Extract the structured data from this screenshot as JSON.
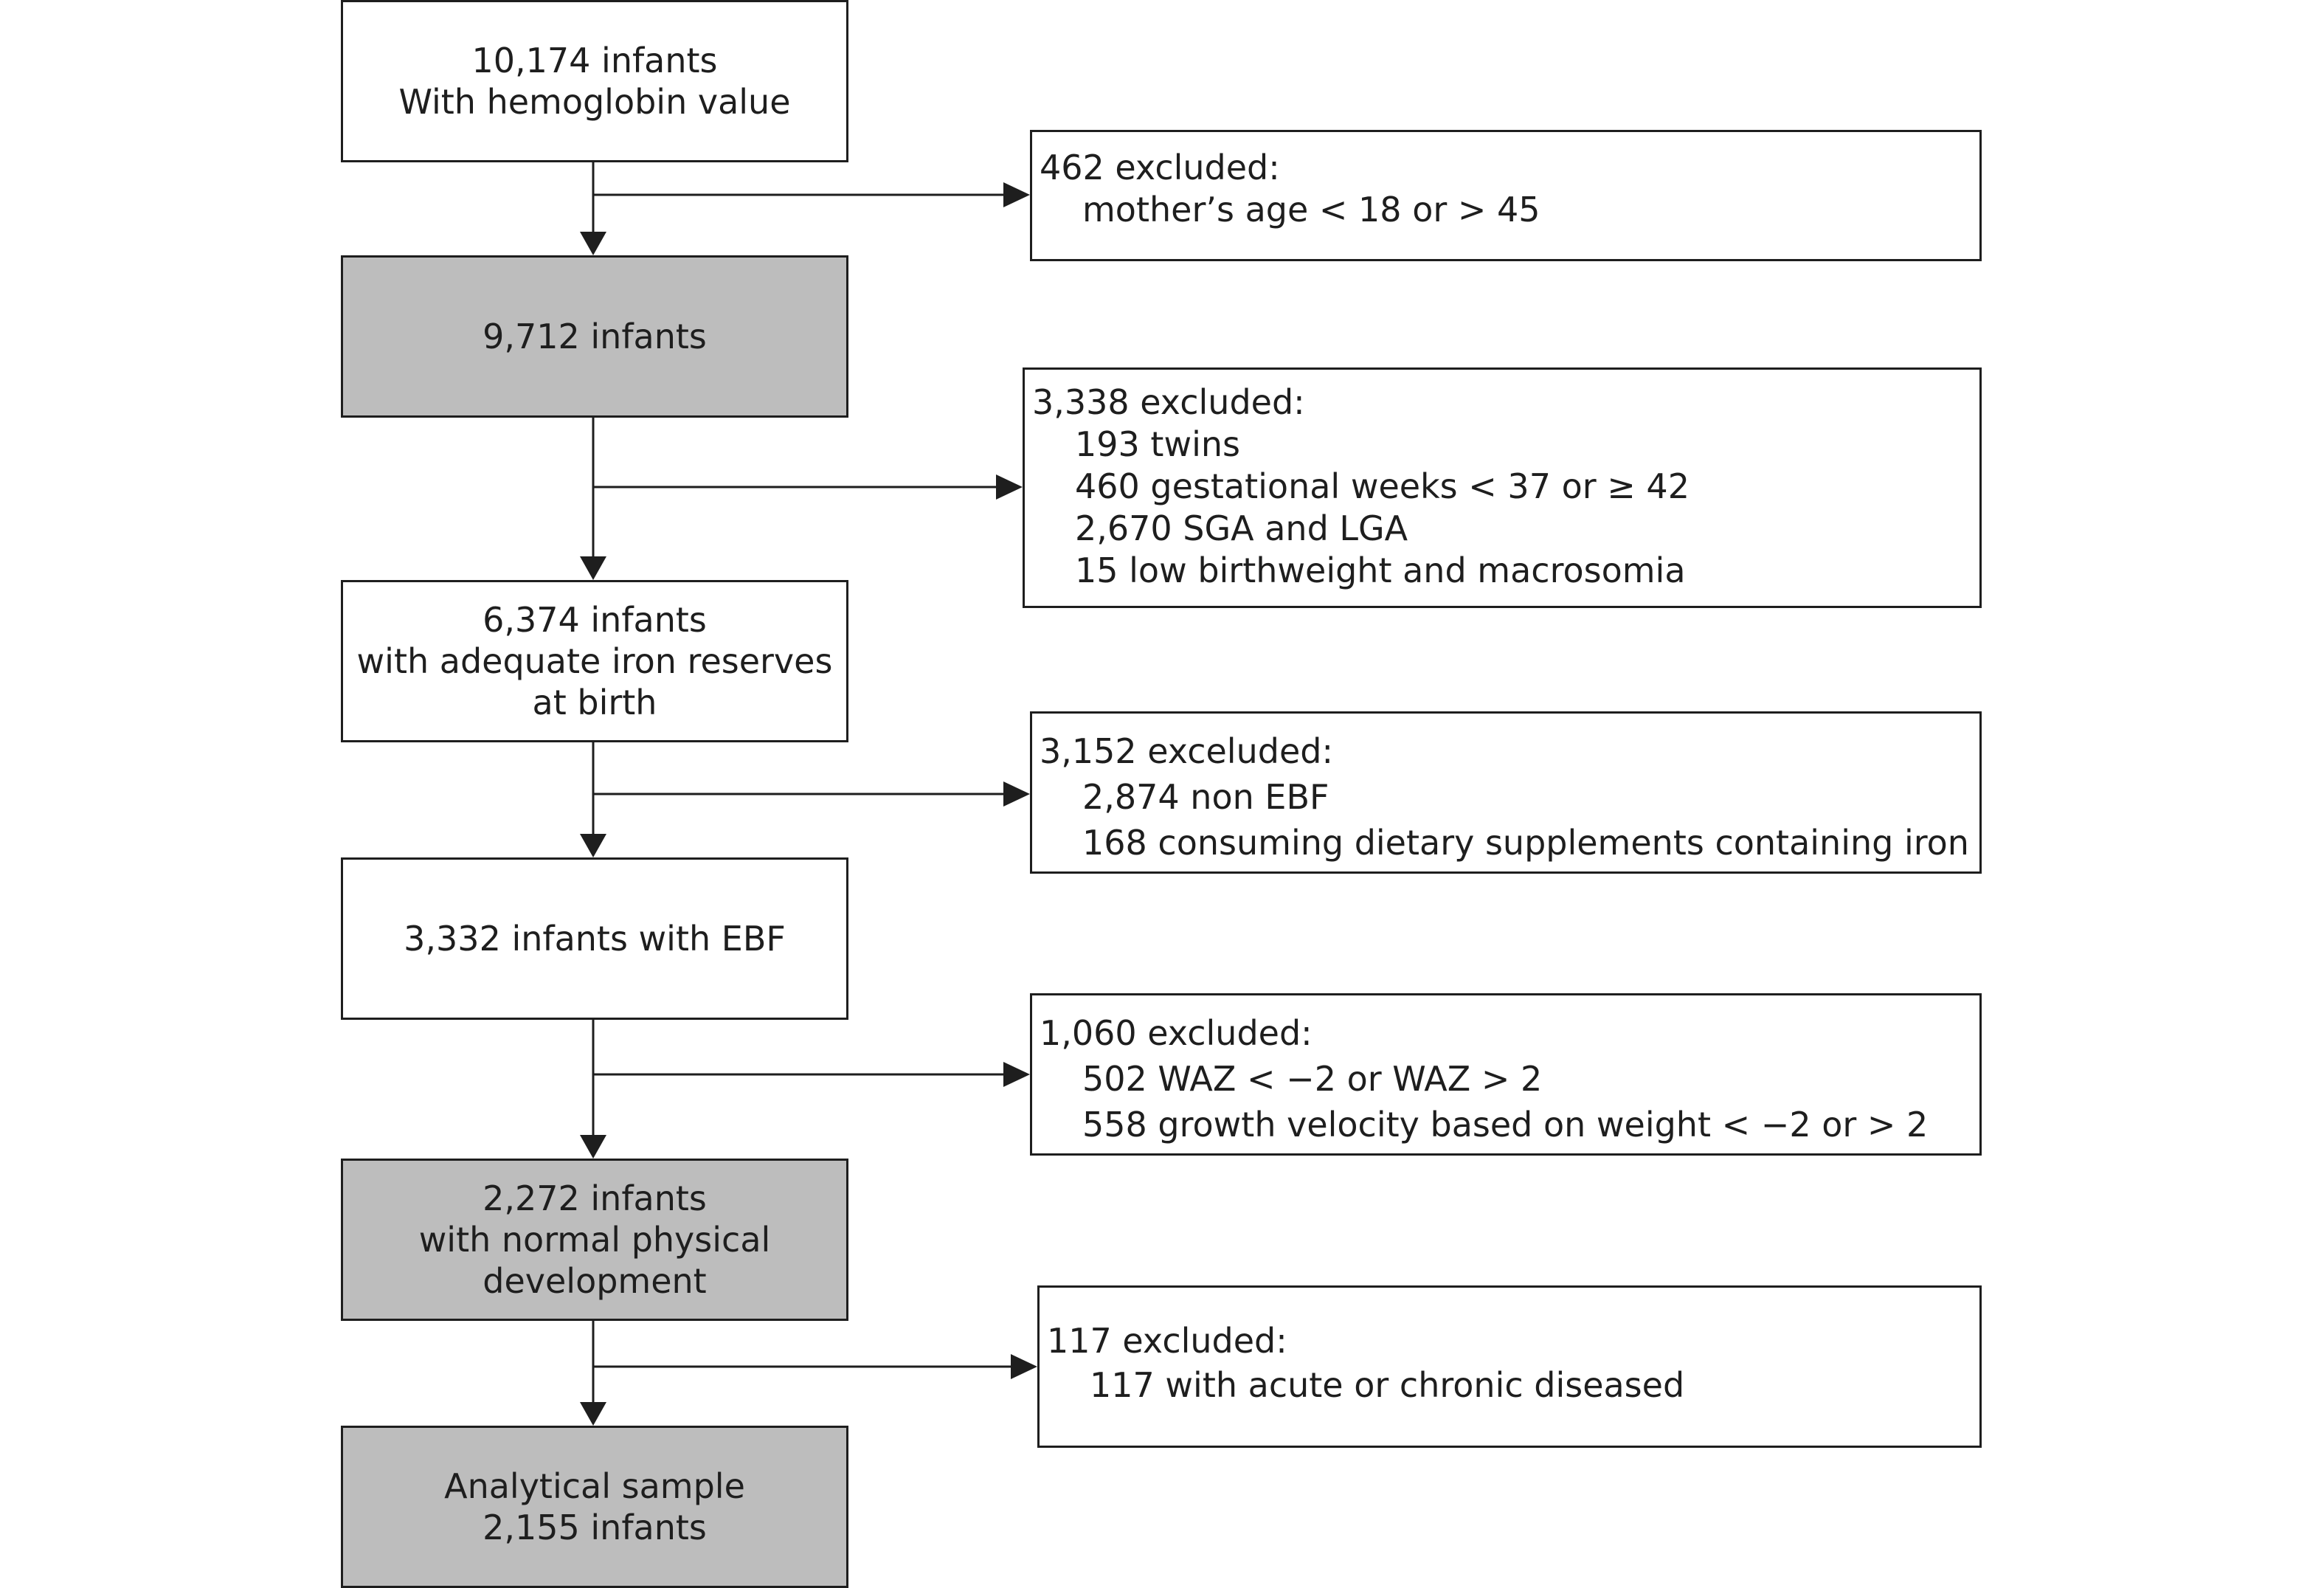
{
  "flow": {
    "main": [
      {
        "lines": [
          "10,174 infants",
          "With hemoglobin value"
        ],
        "shaded": false
      },
      {
        "lines": [
          "9,712 infants"
        ],
        "shaded": true
      },
      {
        "lines": [
          "6,374 infants",
          "with adequate iron reserves",
          "at birth"
        ],
        "shaded": false
      },
      {
        "lines": [
          "3,332 infants with EBF"
        ],
        "shaded": false
      },
      {
        "lines": [
          "2,272 infants",
          "with normal physical",
          "development"
        ],
        "shaded": true
      },
      {
        "lines": [
          "Analytical sample",
          "2,155 infants"
        ],
        "shaded": true
      }
    ],
    "exclusions": [
      {
        "title": "462 excluded:",
        "items": [
          "mother’s age < 18 or > 45"
        ]
      },
      {
        "title": "3,338 excluded:",
        "items": [
          "193 twins",
          "460 gestational weeks < 37 or ≥ 42",
          "2,670 SGA and LGA",
          "15 low birthweight and macrosomia"
        ]
      },
      {
        "title": "3,152 exceluded:",
        "items": [
          "2,874 non EBF",
          "168 consuming dietary supplements containing iron"
        ]
      },
      {
        "title": "1,060 excluded:",
        "items": [
          "502 WAZ < −2 or WAZ > 2",
          "558 growth velocity based on weight < −2 or > 2"
        ]
      },
      {
        "title": "117 excluded:",
        "items": [
          "117 with acute or chronic diseased"
        ]
      }
    ]
  },
  "colors": {
    "line": "#1e1e1e",
    "shaded_fill": "#bdbdbd",
    "plain_fill": "#ffffff"
  }
}
